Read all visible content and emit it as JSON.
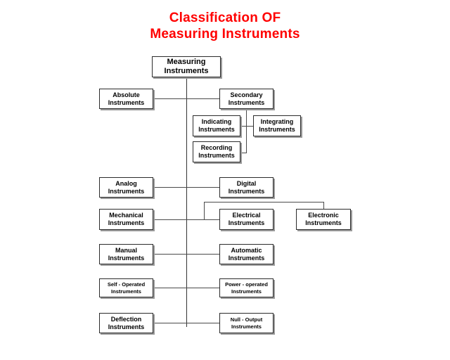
{
  "title": {
    "line1": "Classification OF",
    "line2": "Measuring Instruments",
    "color": "#ff0000"
  },
  "diagram": {
    "type": "tree-classification-chart",
    "root": {
      "line1": "Measuring",
      "line2": "Instruments"
    },
    "levels": [
      {
        "name": "absolute-secondary",
        "left": {
          "line1": "Absolute",
          "line2": "Instruments"
        },
        "right": {
          "line1": "Secondary",
          "line2": "Instruments"
        }
      },
      {
        "name": "secondary-children",
        "indicating": {
          "line1": "Indicating",
          "line2": "Instruments"
        },
        "integrating": {
          "line1": "Integrating",
          "line2": "Instruments"
        },
        "recording": {
          "line1": "Recording",
          "line2": "Instruments"
        }
      },
      {
        "name": "analog-digital",
        "left": {
          "line1": "Analog",
          "line2": "Instruments"
        },
        "right": {
          "line1": "Digital",
          "line2": "Instruments"
        }
      },
      {
        "name": "mechanical-electrical-electronic",
        "left": {
          "line1": "Mechanical",
          "line2": "Instruments"
        },
        "middle": {
          "line1": "Electrical",
          "line2": "Instruments"
        },
        "right": {
          "line1": "Electronic",
          "line2": "Instruments"
        }
      },
      {
        "name": "manual-automatic",
        "left": {
          "line1": "Manual",
          "line2": "Instruments"
        },
        "right": {
          "line1": "Automatic",
          "line2": "Instruments"
        }
      },
      {
        "name": "self-power-operated",
        "left": {
          "line1": "Self - Operated",
          "line2": "Instruments"
        },
        "right": {
          "line1": "Power - operated",
          "line2": "Instruments"
        }
      },
      {
        "name": "deflection-null-output",
        "left": {
          "line1": "Deflection",
          "line2": "Instruments"
        },
        "right": {
          "line1": "Null - Output",
          "line2": "Instruments"
        }
      }
    ],
    "colors": {
      "box_border": "#2b2b2b",
      "box_shadow": "#9a9a9a",
      "connector": "#4a4a4a",
      "background": "#ffffff",
      "text": "#000000"
    }
  }
}
